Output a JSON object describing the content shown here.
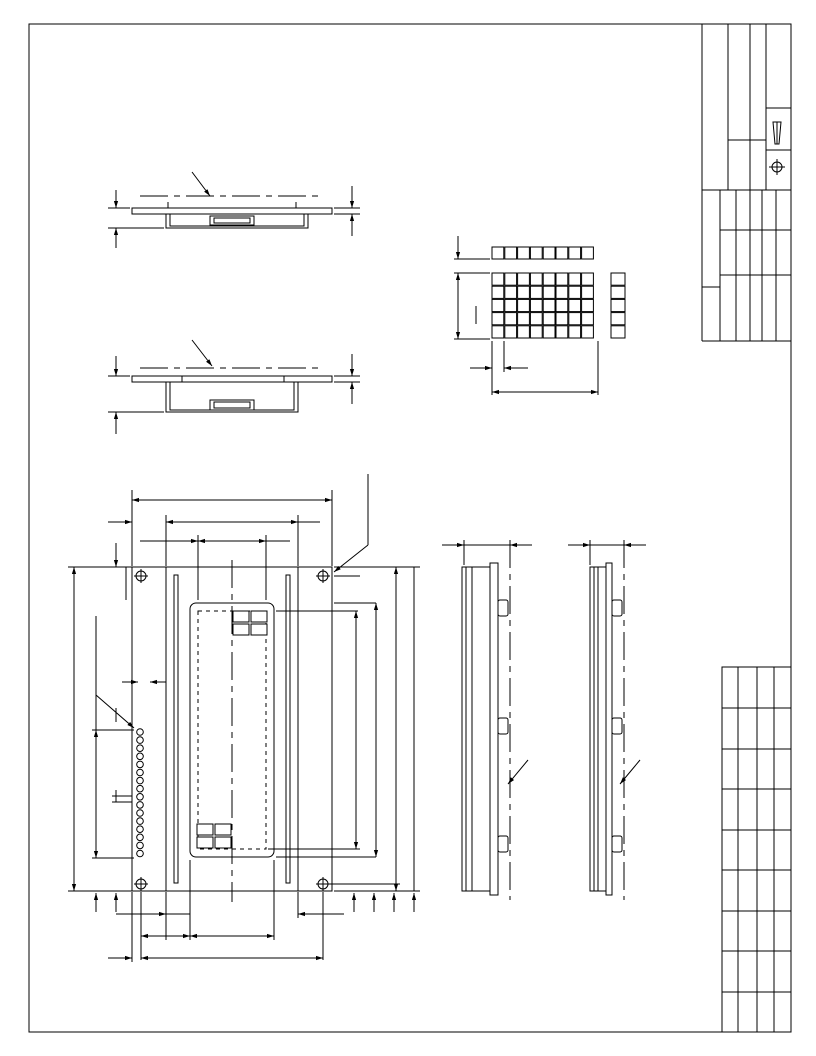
{
  "drawing": {
    "type": "mechanical-drawing",
    "views": [
      "top-view-1",
      "top-view-2",
      "pixel-matrix-detail",
      "front-view",
      "side-view-1",
      "side-view-2"
    ],
    "title_block": {
      "symbols": [
        "taper-icon",
        "crosshair-circle-icon"
      ]
    }
  }
}
